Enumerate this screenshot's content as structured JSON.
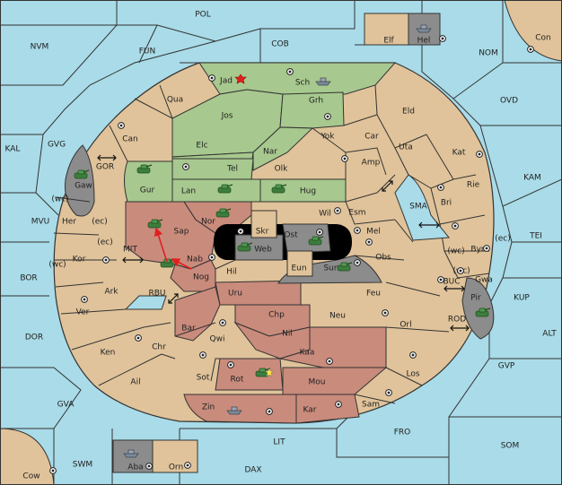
{
  "colors": {
    "sea": "#a9dbe8",
    "land": "#e0c39a",
    "green": "#a7c88e",
    "red": "#c98b7c",
    "grey": "#8c8c8c",
    "black": "#000000",
    "order_arrow": "#e02020"
  },
  "sea_labels": {
    "pol": "POL",
    "nvm": "NVM",
    "fun": "FUN",
    "cob": "COB",
    "nom": "NOM",
    "ovd": "OVD",
    "kam": "KAM",
    "tei": "TEI",
    "kup": "KUP",
    "alt": "ALT",
    "gvp": "GVP",
    "som": "SOM",
    "fro": "FRO",
    "lit": "LIT",
    "dax": "DAX",
    "swm": "SWM",
    "gva": "GVA",
    "dor": "DOR",
    "bor": "BOR",
    "mvu": "MVU",
    "kal": "KAL",
    "gvg": "GVG",
    "gor": "GOR",
    "mit": "MIT",
    "rbu": "RBU",
    "sma": "SMA",
    "buc": "BUC",
    "rod": "ROD",
    "con": "Con",
    "cow": "Cow"
  },
  "land_labels": {
    "jad": "Jad",
    "sch": "Sch",
    "qua": "Qua",
    "jos": "Jos",
    "grh": "Grh",
    "can": "Can",
    "elc": "Elc",
    "nar": "Nar",
    "yok": "Yok",
    "car": "Car",
    "eld": "Eld",
    "uta": "Uta",
    "kat": "Kat",
    "gur": "Gur",
    "tel": "Tel",
    "olk": "Olk",
    "amp": "Amp",
    "lan": "Lan",
    "hug": "Hug",
    "rie": "Rie",
    "bri": "Bri",
    "gaw": "Gaw",
    "wc1": "(wc)",
    "her": "Her",
    "ec1": "(ec)",
    "nor": "Nor",
    "wil": "Wil",
    "esm": "Esm",
    "skr": "Skr",
    "ost": "Ost",
    "mel": "Mel",
    "sap": "Sap",
    "web": "Web",
    "ec2": "(ec)",
    "wc2": "(wc)",
    "byn": "Byn",
    "ec3": "(ec)",
    "kor": "Kor",
    "wc3": "(wc)",
    "nab": "Nab",
    "eun": "Eun",
    "sun": "Sun",
    "obs": "Obs",
    "wc4": "(wc)",
    "gwa": "Gwa",
    "ark": "Ark",
    "nog": "Nog",
    "hil": "Hil",
    "uru": "Uru",
    "feu": "Feu",
    "pir": "Pir",
    "ver": "Ver",
    "chp": "Chp",
    "neu": "Neu",
    "orl": "Orl",
    "bar": "Bar",
    "qwi": "Qwi",
    "nil": "Nil",
    "ken": "Ken",
    "chr": "Chr",
    "kaa": "Kaa",
    "los": "Los",
    "ail": "Ail",
    "sot": "Sot",
    "rot": "Rot",
    "mou": "Mou",
    "zin": "Zin",
    "kar": "Kar",
    "sam": "Sam",
    "elf": "Elf",
    "hel": "Hel",
    "aba": "Aba",
    "orn": "Orn"
  }
}
